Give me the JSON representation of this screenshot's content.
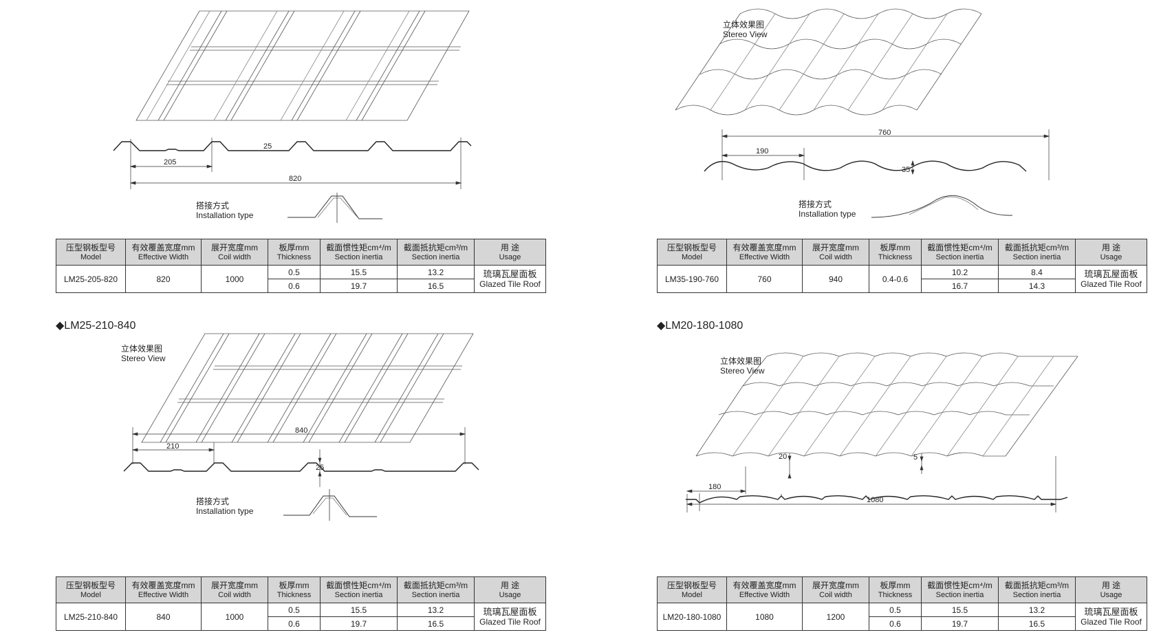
{
  "headers": [
    {
      "zh": "压型钢板型号",
      "en": "Model"
    },
    {
      "zh": "有效覆盖宽度mm",
      "en": "Effective Width"
    },
    {
      "zh": "展开宽度mm",
      "en": "Coil width"
    },
    {
      "zh": "板厚mm",
      "en": "Thickness"
    },
    {
      "zh": "截面惯性矩cm⁴/m",
      "en": "Section inertia"
    },
    {
      "zh": "截面抵抗矩cm³/m",
      "en": "Section inertia"
    },
    {
      "zh": "用  途",
      "en": "Usage"
    }
  ],
  "stereo": {
    "zh": "立体效果图",
    "en": "Stereo View"
  },
  "install": {
    "zh": "搭接方式",
    "en": "Installation type"
  },
  "panels": [
    {
      "title": "",
      "dims": {
        "pitch": "205",
        "height": "25",
        "total": "820"
      },
      "row": {
        "model": "LM25-205-820",
        "eff": "820",
        "coil": "1000",
        "t1": "0.5",
        "t2": "0.6",
        "i1": "15.5",
        "i2": "19.7",
        "w1": "13.2",
        "w2": "16.5",
        "usage_zh": "琉璃瓦屋面板",
        "usage_en": "Glazed Tile Roof"
      }
    },
    {
      "title": "",
      "dims": {
        "pitch": "190",
        "height": "35",
        "total": "760"
      },
      "row": {
        "model": "LM35-190-760",
        "eff": "760",
        "coil": "940",
        "t": "0.4-0.6",
        "i1": "10.2",
        "i2": "16.7",
        "w1": "8.4",
        "w2": "14.3",
        "usage_zh": "琉璃瓦屋面板",
        "usage_en": "Glazed Tile Roof"
      }
    },
    {
      "title": "◆LM25-210-840",
      "dims": {
        "pitch": "210",
        "height": "25",
        "total": "840"
      },
      "row": {
        "model": "LM25-210-840",
        "eff": "840",
        "coil": "1000",
        "t1": "0.5",
        "t2": "0.6",
        "i1": "15.5",
        "i2": "19.7",
        "w1": "13.2",
        "w2": "16.5",
        "usage_zh": "琉璃瓦屋面板",
        "usage_en": "Glazed Tile Roof"
      }
    },
    {
      "title": "◆LM20-180-1080",
      "dims": {
        "pitch": "180",
        "height": "20",
        "step": "5",
        "total": "1080"
      },
      "row": {
        "model": "LM20-180-1080",
        "eff": "1080",
        "coil": "1200",
        "t1": "0.5",
        "t2": "0.6",
        "i1": "15.5",
        "i2": "19.7",
        "w1": "13.2",
        "w2": "16.5",
        "usage_zh": "琉璃瓦屋面板",
        "usage_en": "Glazed Tile Roof"
      }
    }
  ]
}
